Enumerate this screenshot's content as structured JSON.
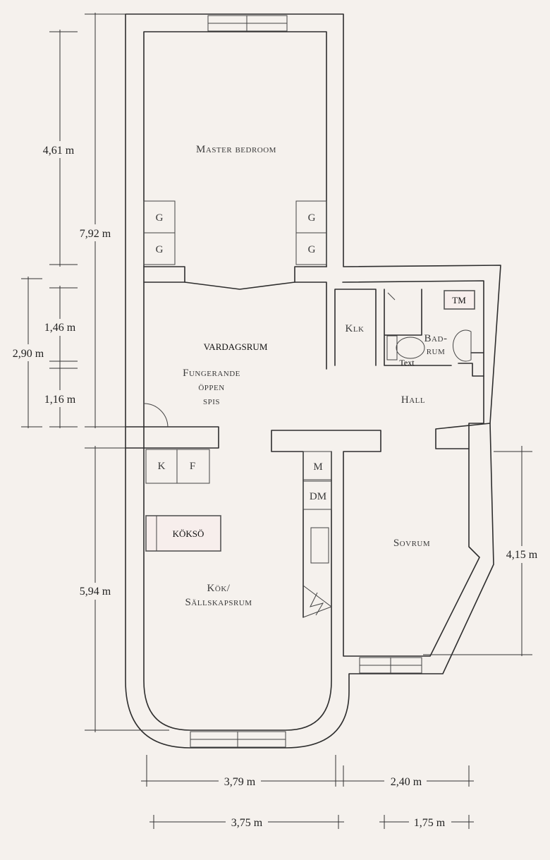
{
  "rooms": {
    "master_bedroom": "Master bedroom",
    "vardagsrum": "VARDAGSRUM",
    "fireplace_1": "Fungerande",
    "fireplace_2": "öppen",
    "fireplace_3": "spis",
    "klk": "Klk",
    "badrum_1": "Bad-",
    "badrum_2": "rum",
    "tm": "TM",
    "text": "Text",
    "hall": "Hall",
    "sovrum": "Sovrum",
    "kok_1": "Kök/",
    "kok_2": "Sällskapsrum",
    "koksö": "KÖKSÖ",
    "k": "K",
    "f": "F",
    "m": "M",
    "dm": "DM",
    "g": "G"
  },
  "dimensions": {
    "d461": "4,61 m",
    "d792": "7,92 m",
    "d146": "1,46 m",
    "d290": "2,90 m",
    "d116": "1,16 m",
    "d594": "5,94 m",
    "d415": "4,15 m",
    "d379": "3,79 m",
    "d240": "2,40 m",
    "d375": "3,75 m",
    "d175": "1,75 m"
  }
}
